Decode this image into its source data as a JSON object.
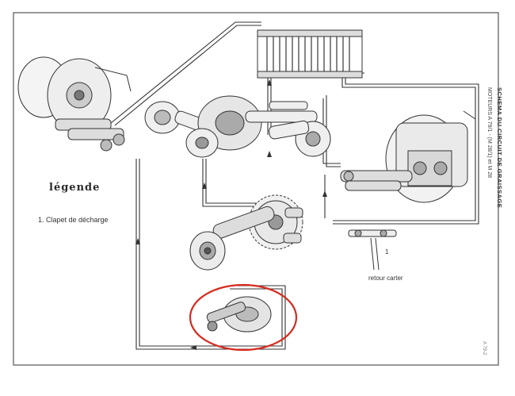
{
  "legend": {
    "title": "légende",
    "item_1": "1. Clapet de décharge"
  },
  "labels": {
    "marker_1": "1",
    "retour": "retour carter"
  },
  "title_block": {
    "title": "SCHEMA DU CIRCUIT DE GRAISSAGE",
    "subtitle": "MOTEURS A 79/1 - (M 28/1) et M 28",
    "reference": "A 79-2"
  },
  "colors": {
    "line": "#333333",
    "highlight": "#d62b1f",
    "paper": "#ffffff"
  }
}
